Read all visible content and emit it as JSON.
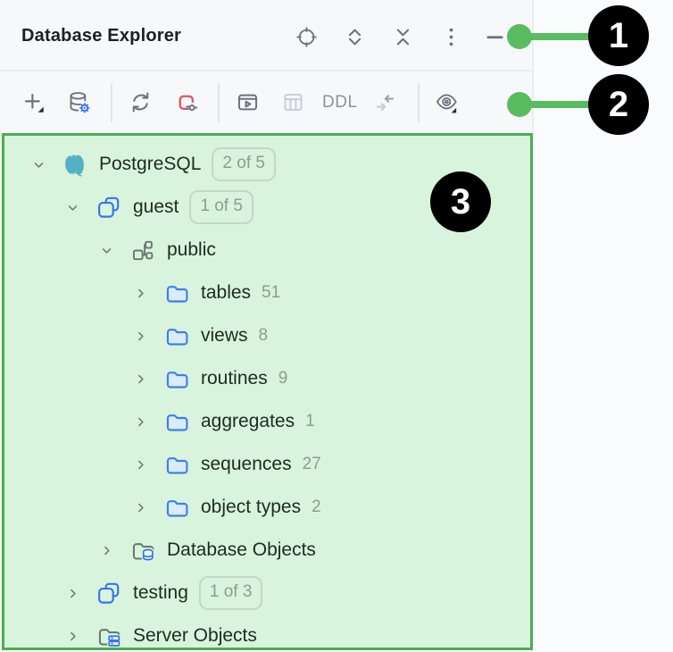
{
  "panel": {
    "title": "Database Explorer"
  },
  "header": {
    "actions": [
      {
        "id": "locate-opened-element",
        "icon": "locate"
      },
      {
        "id": "expand-all",
        "icon": "expand-all"
      },
      {
        "id": "collapse-all",
        "icon": "collapse-all"
      },
      {
        "id": "more-options",
        "icon": "more"
      },
      {
        "id": "hide-panel",
        "icon": "hide"
      }
    ]
  },
  "toolbar": {
    "items": [
      {
        "id": "new-item",
        "icon": "add-dropdown"
      },
      {
        "id": "data-source-properties",
        "icon": "database-settings"
      },
      {
        "type": "separator"
      },
      {
        "id": "refresh",
        "icon": "refresh"
      },
      {
        "id": "disconnect",
        "icon": "disconnect"
      },
      {
        "type": "separator"
      },
      {
        "id": "jump-to-query-console",
        "icon": "console-run"
      },
      {
        "id": "open-table",
        "icon": "table-grid",
        "disabled": true
      },
      {
        "id": "generate-ddl",
        "type": "text",
        "label": "DDL",
        "disabled": true
      },
      {
        "id": "compare",
        "icon": "compare-arrows",
        "disabled": true
      },
      {
        "type": "separator"
      },
      {
        "id": "preview",
        "icon": "eye-dropdown"
      }
    ]
  },
  "tree": {
    "items": [
      {
        "label": "PostgreSQL",
        "icon": "postgresql",
        "level": 0,
        "expanded": true,
        "badge": "2 of 5"
      },
      {
        "label": "guest",
        "icon": "database",
        "level": 1,
        "expanded": true,
        "badge": "1 of 5"
      },
      {
        "label": "public",
        "icon": "schema",
        "level": 2,
        "expanded": true
      },
      {
        "label": "tables",
        "icon": "folder",
        "level": 3,
        "expanded": false,
        "count": "51"
      },
      {
        "label": "views",
        "icon": "folder",
        "level": 3,
        "expanded": false,
        "count": "8"
      },
      {
        "label": "routines",
        "icon": "folder",
        "level": 3,
        "expanded": false,
        "count": "9"
      },
      {
        "label": "aggregates",
        "icon": "folder",
        "level": 3,
        "expanded": false,
        "count": "1"
      },
      {
        "label": "sequences",
        "icon": "folder",
        "level": 3,
        "expanded": false,
        "count": "27"
      },
      {
        "label": "object types",
        "icon": "folder",
        "level": 3,
        "expanded": false,
        "count": "2"
      },
      {
        "label": "Database Objects",
        "icon": "folder-database",
        "level": 2,
        "expanded": false
      },
      {
        "label": "testing",
        "icon": "database",
        "level": 1,
        "expanded": false,
        "badge": "1 of 3"
      },
      {
        "label": "Server Objects",
        "icon": "folder-server",
        "level": 1,
        "expanded": false
      }
    ]
  },
  "callouts": [
    {
      "number": "1"
    },
    {
      "number": "2"
    },
    {
      "number": "3"
    }
  ],
  "colors": {
    "accent_green_border": "#4cae53",
    "tree_highlight": "#d9f4dc",
    "callout_green": "#5abc61",
    "icon_blue": "#3574f0",
    "postgres_teal": "#54b0c7",
    "disconnect_red": "#e35462",
    "panel_bg": "#f7f8fa"
  }
}
